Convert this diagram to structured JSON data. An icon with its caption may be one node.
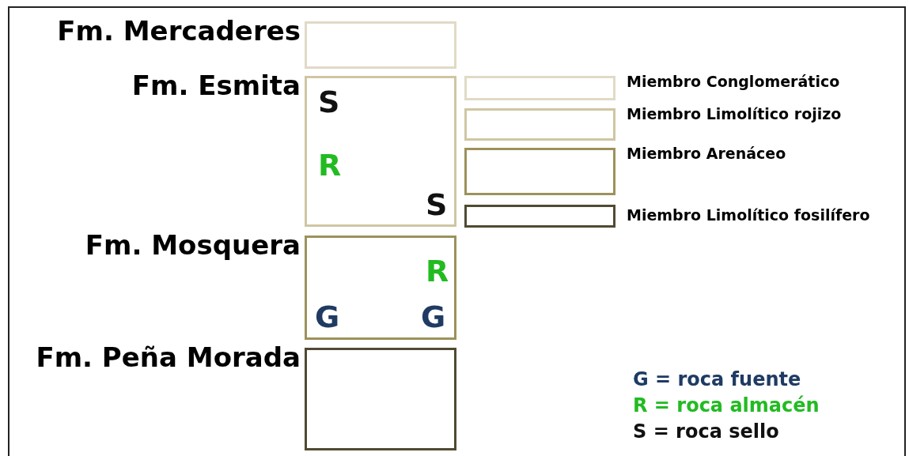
{
  "diagram": {
    "nodes": [
      {
        "text": [
          "Fm. Mercaderes"
        ]
      },
      {
        "text": [
          "Fm. Esmita",
          "S",
          "R",
          "S"
        ]
      },
      {
        "text": [
          "Fm. Mosquera",
          "R",
          "G",
          "G"
        ]
      },
      {
        "text": [
          "Fm. Peña Morada"
        ]
      },
      {
        "text": [
          "Miembro Conglomerático"
        ]
      },
      {
        "text": [
          "Miembro Limolítico rojizo"
        ]
      },
      {
        "text": [
          "Miembro Arenáceo"
        ]
      },
      {
        "text": [
          "Miembro Limolítico fosilífero"
        ]
      }
    ],
    "edges": [],
    "legend": [
      {
        "text": "G = roca fuente",
        "color": "#1f3b63"
      },
      {
        "text": "R = roca almacén",
        "color": "#22bb22"
      },
      {
        "text": "S = roca sello",
        "color": "#111111"
      }
    ]
  }
}
